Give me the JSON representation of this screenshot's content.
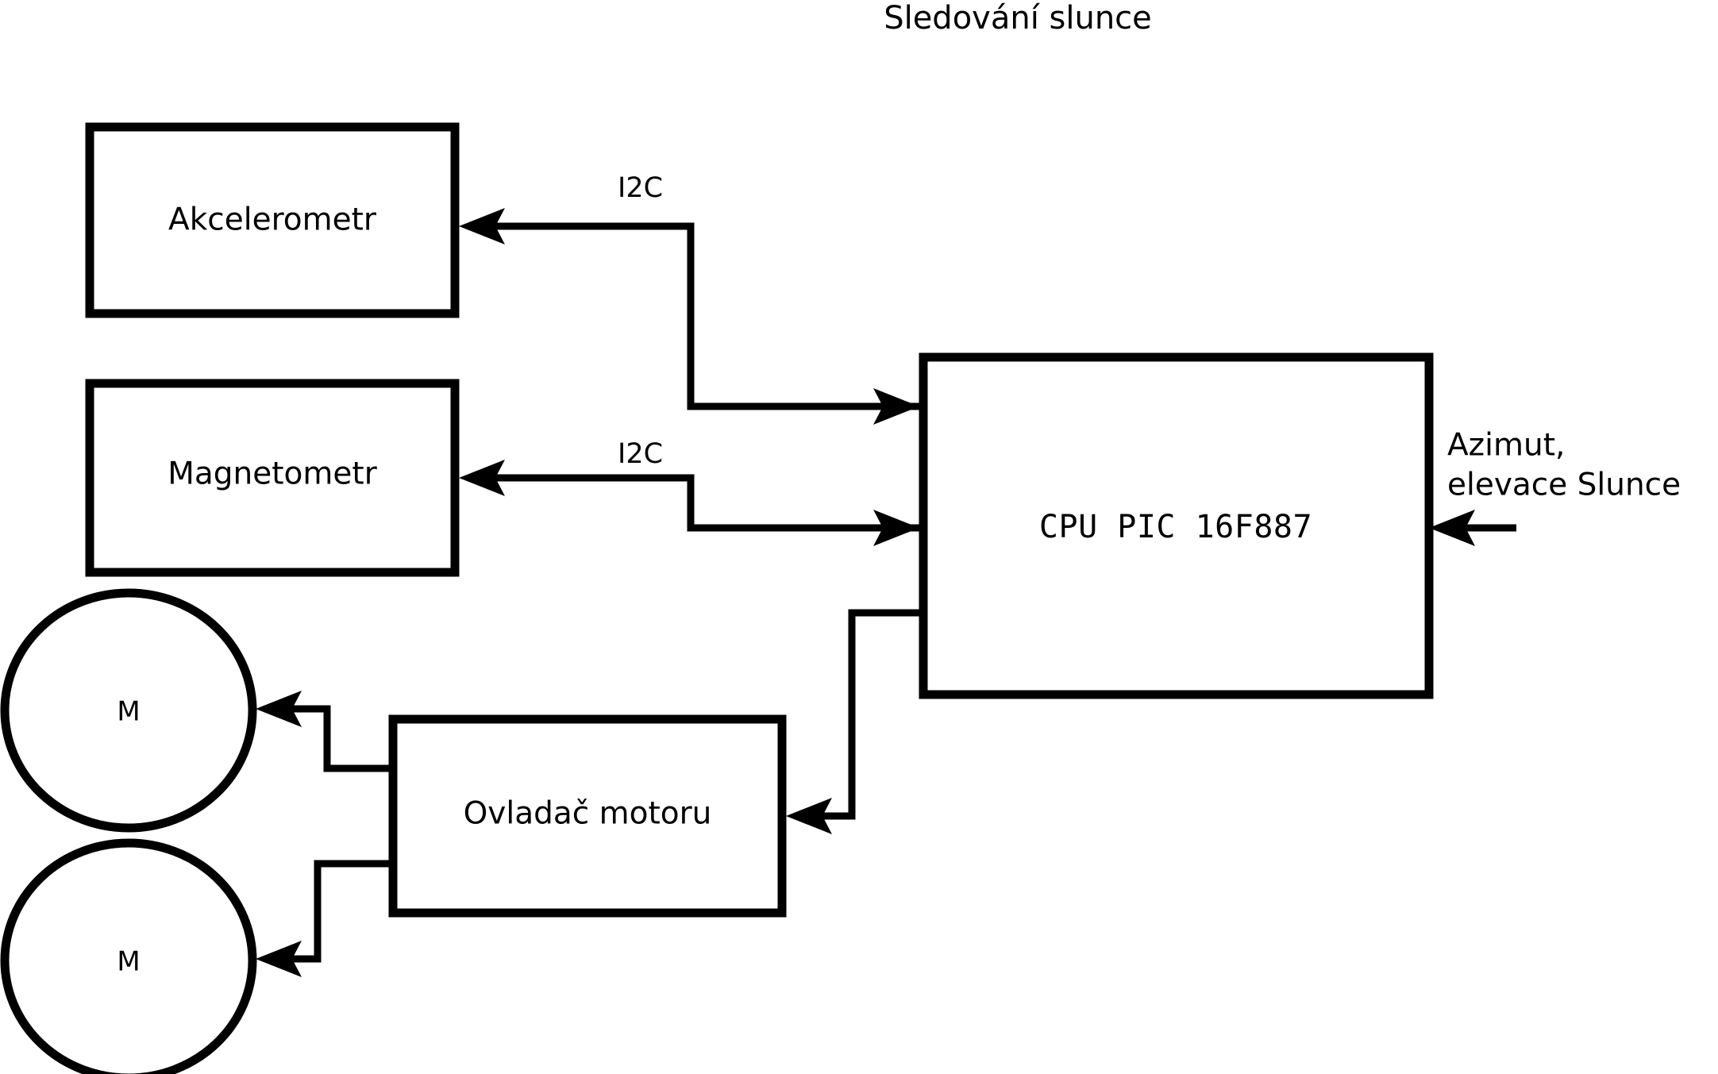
{
  "title": "Sledování slunce",
  "nodes": {
    "accelerometer": {
      "label": "Akcelerometr"
    },
    "magnetometer": {
      "label": "Magnetometr"
    },
    "cpu": {
      "label": "CPU PIC 16F887"
    },
    "motor_driver": {
      "label": "Ovladač motoru"
    },
    "motor_1": {
      "label": "M"
    },
    "motor_2": {
      "label": "M"
    }
  },
  "edges": {
    "accelerometer_bus": {
      "label": "I2C"
    },
    "magnetometer_bus": {
      "label": "I2C"
    }
  },
  "io": {
    "sun_input_line1": "Azimut,",
    "sun_input_line2": "elevace Slunce"
  },
  "colors": {
    "stroke": "#000000",
    "fill": "#ffffff",
    "background": "#ffffff"
  }
}
